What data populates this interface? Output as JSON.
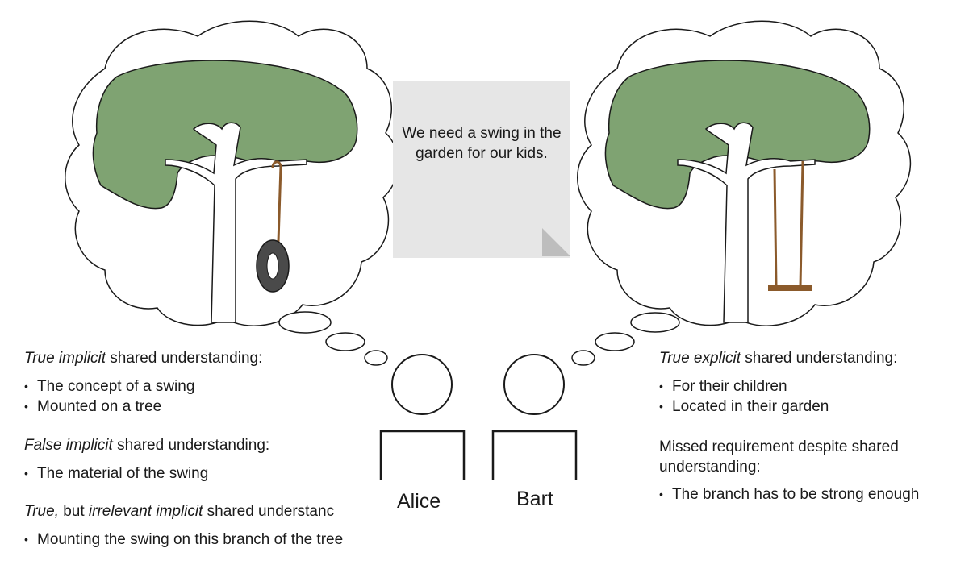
{
  "note": {
    "text": "We need a swing in the garden for our kids."
  },
  "people": [
    {
      "name": "Alice"
    },
    {
      "name": "Bart"
    }
  ],
  "left": {
    "sections": [
      {
        "head_em": "True implicit",
        "head_rest": " shared understanding:",
        "bullets": [
          "The concept of a swing",
          "Mounted on a tree"
        ]
      },
      {
        "head_em": "False implicit",
        "head_rest": " shared understanding:",
        "bullets": [
          "The material of the swing"
        ]
      },
      {
        "head_pre": "True,",
        "head_mid": " but ",
        "head_em": "irrelevant implicit",
        "head_rest": " shared understanc",
        "bullets": [
          "Mounting the swing on this branch of the tree"
        ]
      }
    ]
  },
  "right": {
    "sections": [
      {
        "head_em": "True explicit",
        "head_rest": " shared understanding:",
        "bullets": [
          "For their children",
          "Located in their garden"
        ]
      },
      {
        "head_line1": "Missed requirement despite shared",
        "head_line2": "understanding:",
        "bullets": [
          "The branch has to be strong enough"
        ]
      }
    ]
  },
  "colors": {
    "foliage": "#7fa372",
    "rope": "#8b5a2b",
    "tire": "#4a4a4a",
    "note": "#e6e6e6"
  }
}
